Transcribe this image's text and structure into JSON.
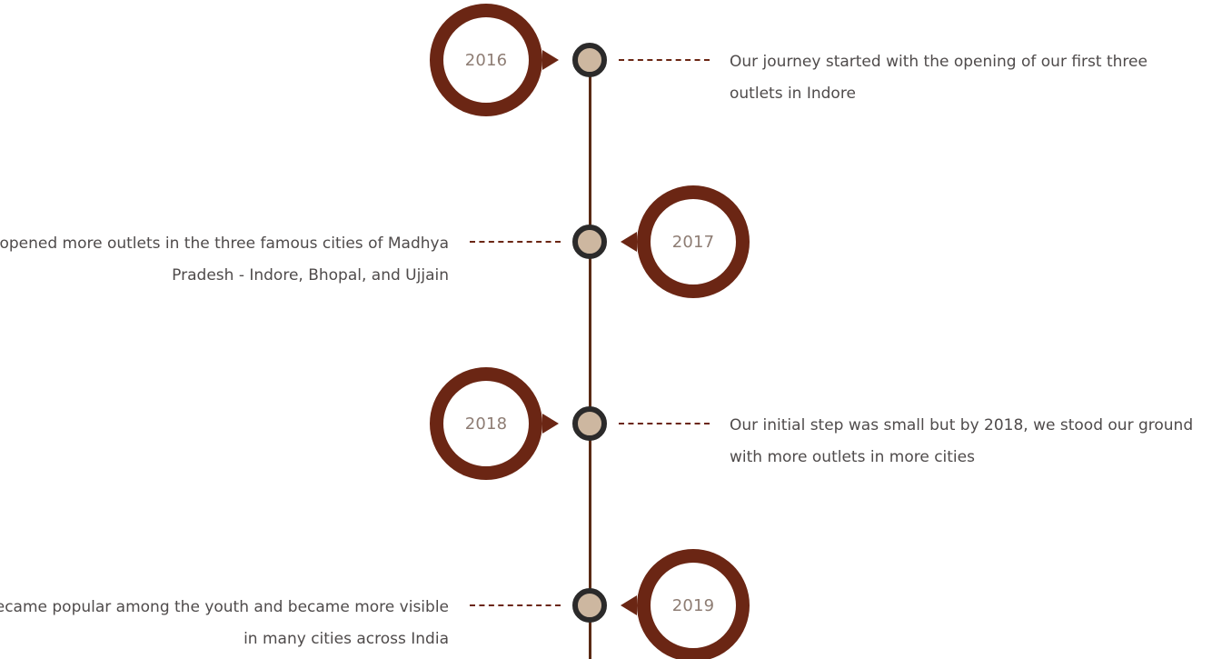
{
  "timeline": {
    "items": [
      {
        "year": "2016",
        "text": "Our journey started with the opening of our first three outlets in Indore"
      },
      {
        "year": "2017",
        "text": "We opened more outlets in the three famous cities of Madhya Pradesh - Indore, Bhopal, and Ujjain"
      },
      {
        "year": "2018",
        "text": "Our initial step was small but by 2018, we stood our ground with more outlets in more cities"
      },
      {
        "year": "2019",
        "text": "We became popular among the youth and became more visible in many cities across India"
      }
    ]
  },
  "colors": {
    "accent": "#6b2614",
    "line": "#5a2a14",
    "dot_fill": "#cdb7a0",
    "dot_ring": "#2b2a2a",
    "year_text": "#8e7d74",
    "body_text": "#4f4b4b"
  }
}
